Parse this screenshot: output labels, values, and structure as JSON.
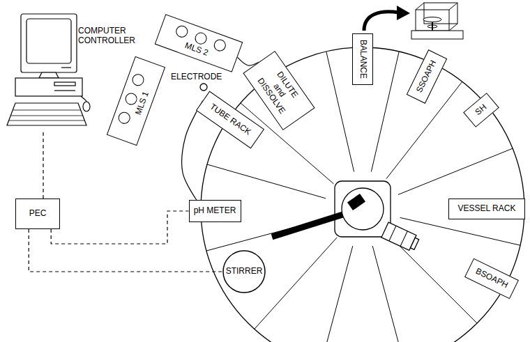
{
  "diagram": {
    "nodes": [
      {
        "text": [
          "COMPUTER CONTROLLER"
        ]
      },
      {
        "text": [
          "MLS 2"
        ]
      },
      {
        "text": [
          "DILUTE and DISSOLVE"
        ]
      },
      {
        "text": [
          "BALANCE"
        ]
      },
      {
        "text": [
          "SSOAPH"
        ]
      },
      {
        "text": [
          "SH"
        ]
      },
      {
        "text": [
          "MLS 1"
        ]
      },
      {
        "text": [
          "TUBE RACK"
        ]
      },
      {
        "text": [
          "pH METER"
        ]
      },
      {
        "text": [
          "VESSEL RACK"
        ]
      },
      {
        "text": [
          "PEC"
        ]
      },
      {
        "text": [
          "BSOAPH"
        ]
      },
      {
        "text": [
          "STIRRER"
        ]
      }
    ],
    "edges": [
      {
        "from": 1,
        "to": 2,
        "arrow": "none"
      },
      {
        "from": 7,
        "to": 8,
        "arrow": "none"
      },
      {
        "from": 0,
        "to": 10,
        "arrow": "none"
      },
      {
        "from": 10,
        "to": 8,
        "arrow": "none"
      },
      {
        "from": 10,
        "to": 12,
        "arrow": "none"
      }
    ],
    "labels": [
      "ELECTRODE"
    ]
  }
}
